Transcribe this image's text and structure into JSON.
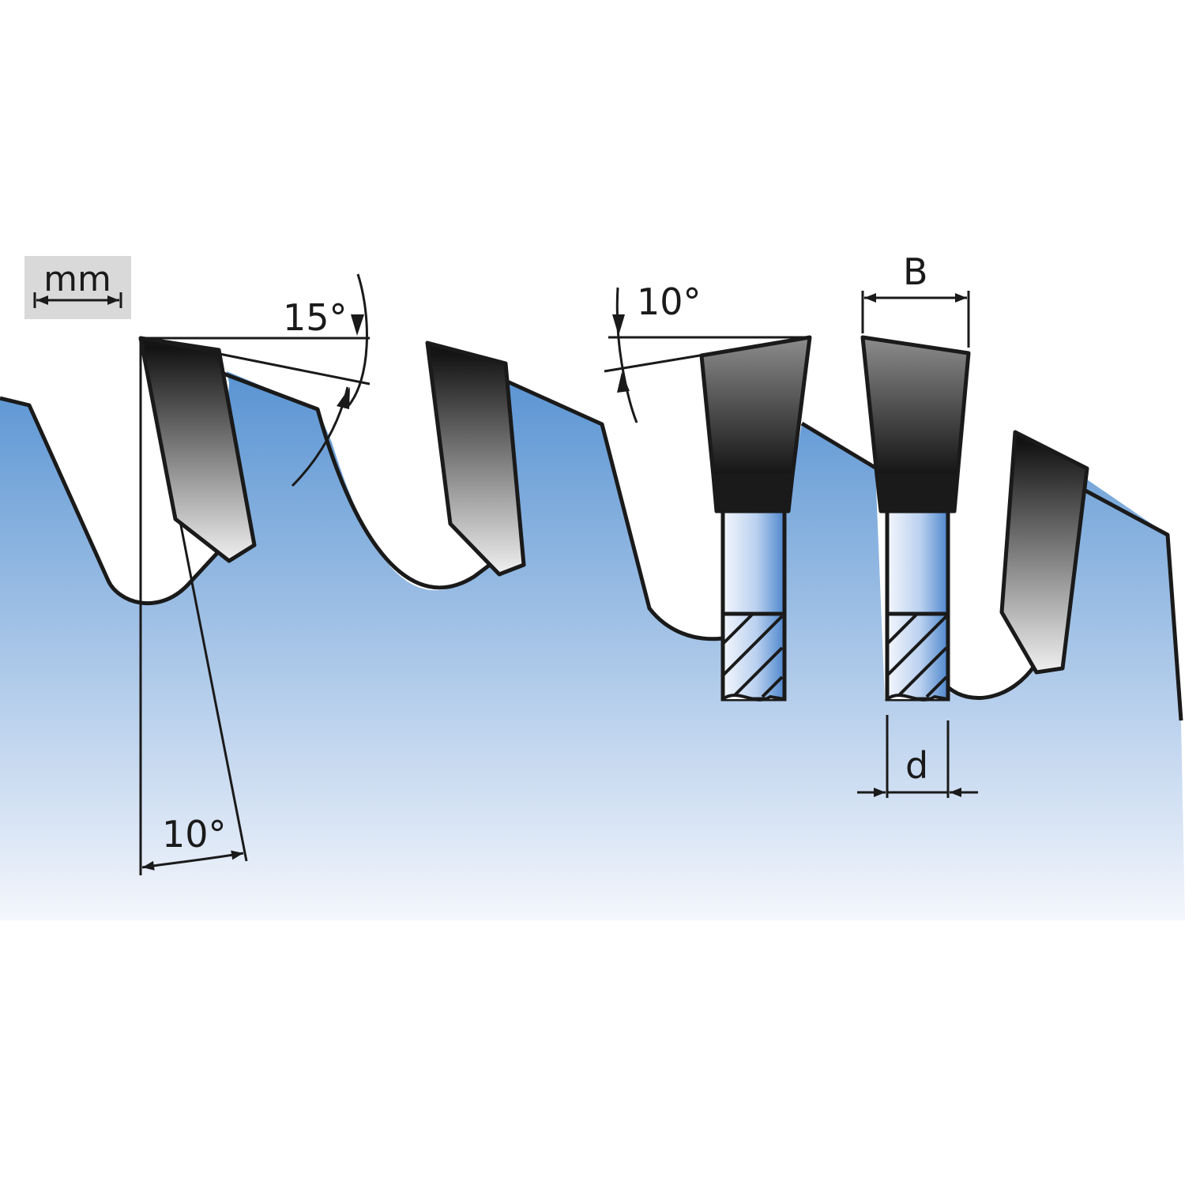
{
  "unit_badge": {
    "text": "mm"
  },
  "labels": {
    "hook_angle": "15°",
    "clearance_angle": "10°",
    "bevel_angle": "10°",
    "kerf_width": "B",
    "body_thickness": "d"
  },
  "colors": {
    "blade_top": "#5b95d3",
    "blade_bottom": "#f4f6fc",
    "tooth_dark": "#141414",
    "tooth_light": "#f0f0f0",
    "badge_bg": "#d9d9d9",
    "line": "#1a1a1a"
  }
}
